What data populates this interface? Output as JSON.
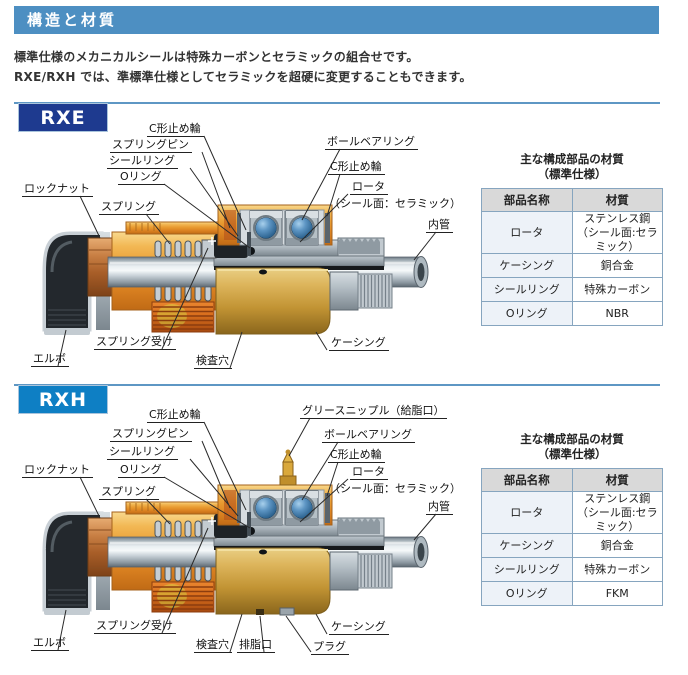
{
  "page": {
    "banner": "構造と材質",
    "intro1": "標準仕様のメカニカルシールは特殊カーボンとセラミックの組合せです。",
    "intro2": "RXE/RXH では、準標準仕様としてセラミックを超硬に変更することもできます。"
  },
  "colors": {
    "banner": "#4D8FC2",
    "rxe": "#1E3A8F",
    "rxh": "#0E7FC4"
  },
  "sections": [
    {
      "model": "RXE",
      "labels": {
        "c_ring_top": "C形止め輪",
        "spring_pin": "スプリングピン",
        "seal_ring": "シールリング",
        "o_ring": "Oリング",
        "locknut": "ロックナット",
        "spring": "スプリング",
        "ball_bearing": "ボールベアリング",
        "c_ring_right": "C形止め輪",
        "rotor": "ロータ",
        "rotor_note": "（シール面：セラミック）",
        "inner_pipe": "内管",
        "spring_seat": "スプリング受け",
        "elbow": "エルボ",
        "inspection_hole": "検査穴",
        "casing": "ケーシング"
      },
      "table": {
        "title1": "主な構成部品の材質",
        "title2": "（標準仕様）",
        "headers": [
          "部品名称",
          "材質"
        ],
        "rows": [
          [
            "ロータ",
            "ステンレス鋼\n（シール面:セラミック）"
          ],
          [
            "ケーシング",
            "銅合金"
          ],
          [
            "シールリング",
            "特殊カーボン"
          ],
          [
            "Oリング",
            "NBR"
          ]
        ]
      }
    },
    {
      "model": "RXH",
      "labels": {
        "c_ring_top": "C形止め輪",
        "grease_nipple": "グリースニップル（給脂口）",
        "spring_pin": "スプリングピン",
        "ball_bearing": "ボールベアリング",
        "seal_ring": "シールリング",
        "c_ring_right": "C形止め輪",
        "o_ring": "Oリング",
        "rotor": "ロータ",
        "rotor_note": "（シール面：セラミック）",
        "locknut": "ロックナット",
        "spring": "スプリング",
        "inner_pipe": "内管",
        "spring_seat": "スプリング受け",
        "elbow": "エルボ",
        "inspection_hole": "検査穴",
        "drain_port": "排脂口",
        "plug": "プラグ",
        "casing": "ケーシング"
      },
      "table": {
        "title1": "主な構成部品の材質",
        "title2": "（標準仕様）",
        "headers": [
          "部品名称",
          "材質"
        ],
        "rows": [
          [
            "ロータ",
            "ステンレス鋼\n（シール面:セラミック）"
          ],
          [
            "ケーシング",
            "銅合金"
          ],
          [
            "シールリング",
            "特殊カーボン"
          ],
          [
            "Oリング",
            "FKM"
          ]
        ]
      }
    }
  ]
}
